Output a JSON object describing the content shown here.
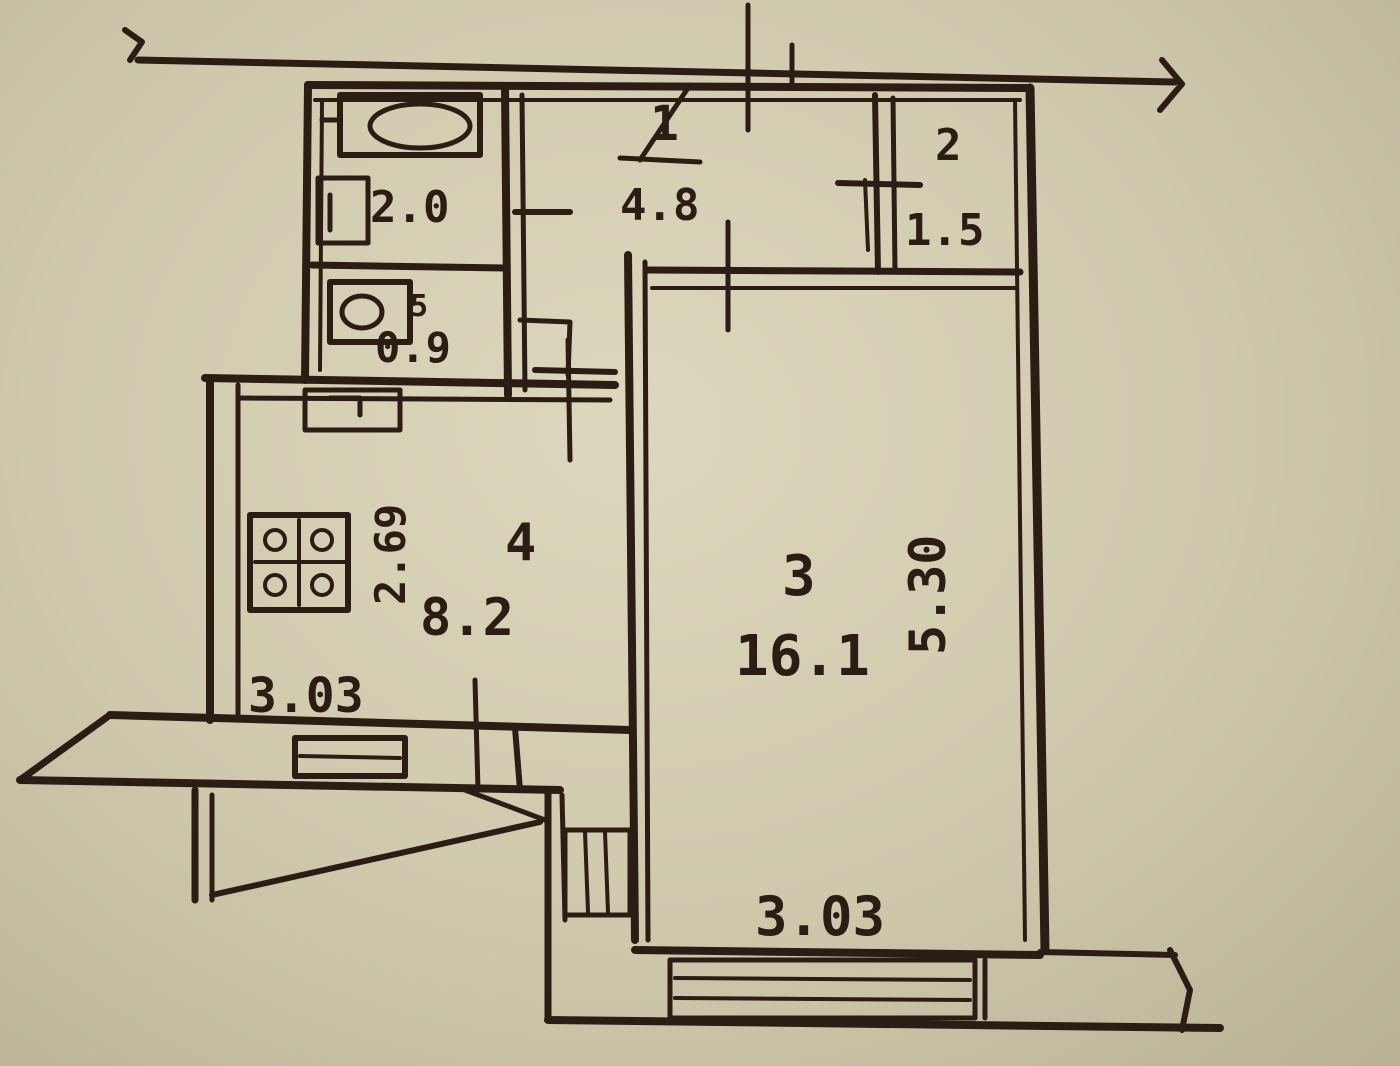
{
  "colors": {
    "ink": "#2b1d14",
    "paper": "#d8d2b8"
  },
  "rooms": {
    "hall": {
      "number": "1",
      "area": "4.8"
    },
    "storage": {
      "number": "2",
      "area": "1.5"
    },
    "living": {
      "number": "3",
      "area": "16.1"
    },
    "kitchen": {
      "number": "4",
      "area": "8.2"
    },
    "wc": {
      "number": "5",
      "area": "0.9"
    },
    "bathroom": {
      "area": "2.0"
    }
  },
  "dimensions": {
    "living_width": "3.03",
    "living_length": "5.30",
    "kitchen_width": "3.03",
    "kitchen_depth": "2.69"
  }
}
